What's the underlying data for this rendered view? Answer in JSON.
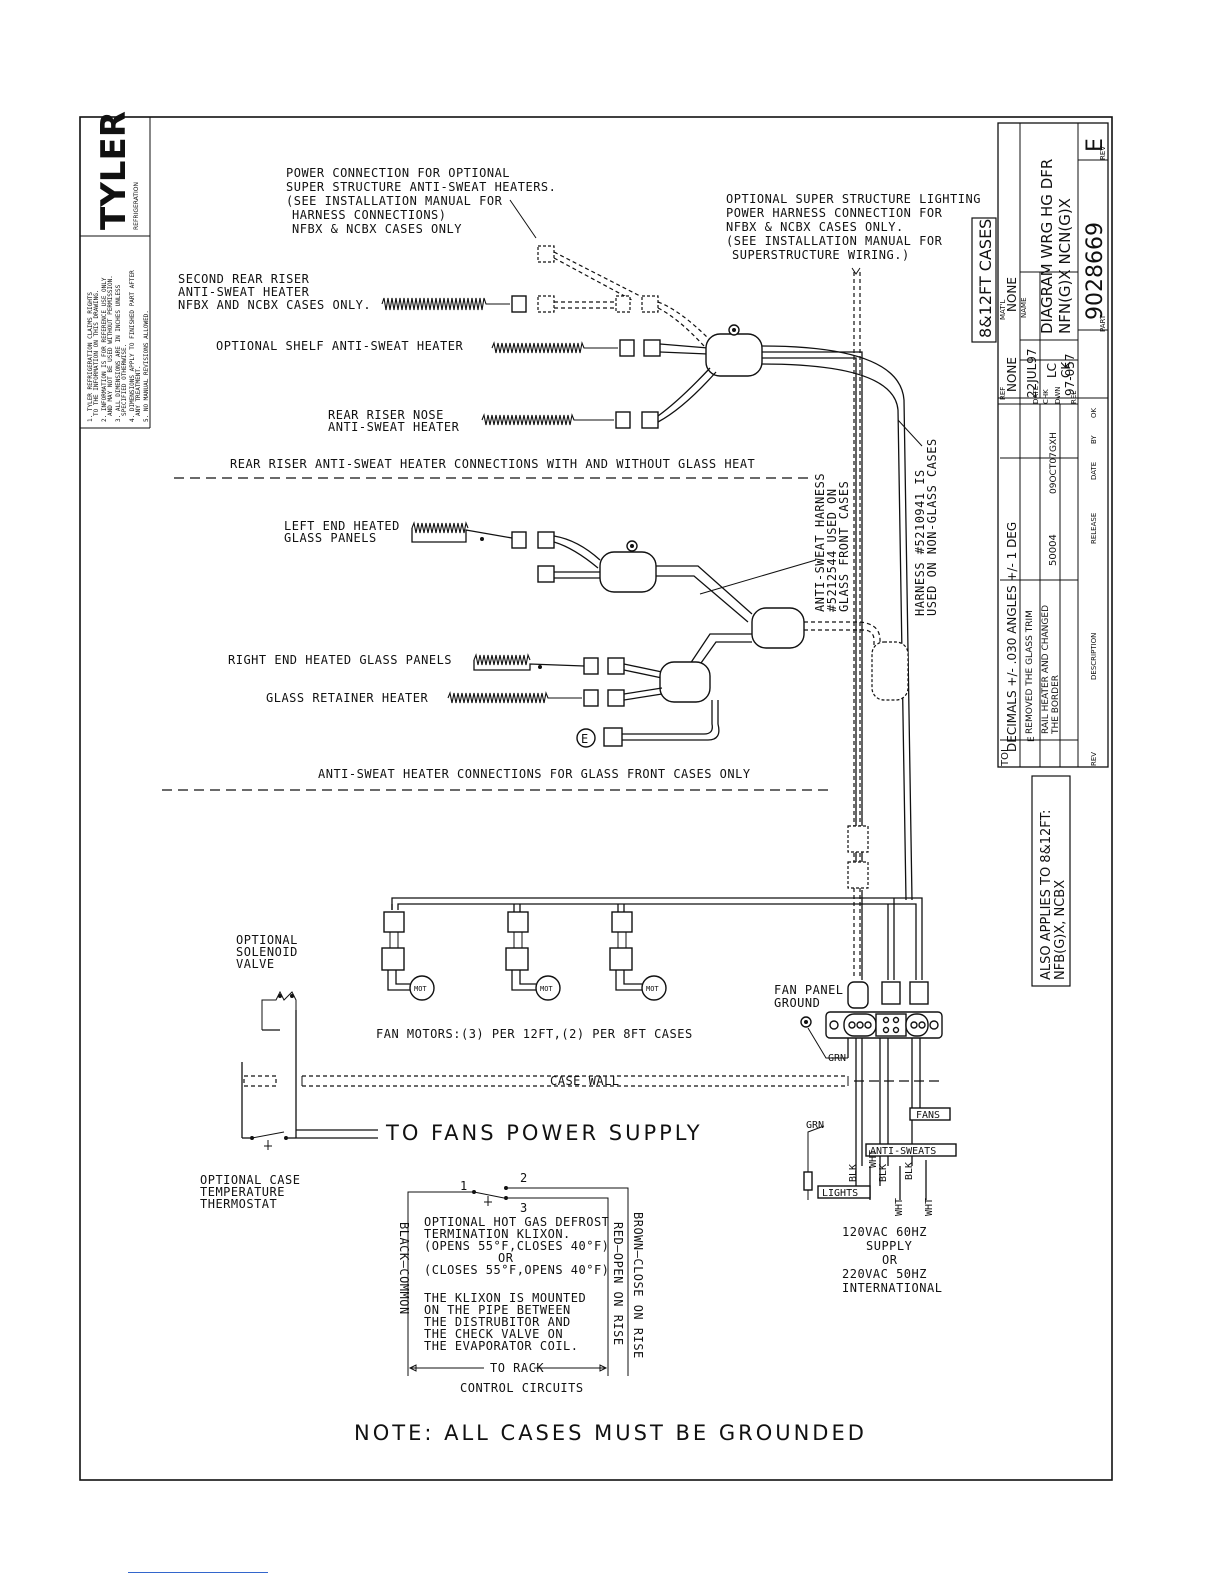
{
  "notes": {
    "power_super": [
      "POWER CONNECTION FOR OPTIONAL",
      "SUPER STRUCTURE ANTI-SWEAT HEATERS.",
      "(SEE INSTALLATION MANUAL FOR",
      "HARNESS CONNECTIONS)",
      "NFBX & NCBX CASES ONLY"
    ],
    "lighting": [
      "OPTIONAL SUPER STRUCTURE LIGHTING",
      "POWER HARNESS CONNECTION FOR",
      "NFBX & NCBX CASES ONLY.",
      "(SEE INSTALLATION MANUAL FOR",
      "SUPERSTRUCTURE WIRING.)"
    ],
    "second_riser": [
      "SECOND REAR RISER",
      "ANTI-SWEAT HEATER",
      "NFBX AND NCBX CASES ONLY."
    ],
    "shelf": "OPTIONAL SHELF ANTI-SWEAT HEATER",
    "riser_nose": [
      "REAR RISER NOSE",
      "ANTI-SWEAT HEATER"
    ],
    "section1": "REAR RISER ANTI-SWEAT HEATER CONNECTIONS WITH AND WITHOUT GLASS HEAT",
    "left_end": [
      "LEFT END HEATED",
      "GLASS PANELS"
    ],
    "right_end": "RIGHT END HEATED GLASS PANELS",
    "retainer": "GLASS RETAINER HEATER",
    "ground_symbol": "E",
    "section2": "ANTI-SWEAT HEATER CONNECTIONS FOR GLASS FRONT CASES ONLY",
    "harness_glass": [
      "ANTI-SWEAT HARNESS",
      "#5212544 USED ON",
      "GLASS FRONT CASES"
    ],
    "harness_nonglass": [
      "HARNESS #5210941 IS",
      "USED ON NON-GLASS CASES"
    ],
    "solenoid": [
      "OPTIONAL",
      "SOLENOID",
      "VALVE"
    ],
    "mot": "MOT",
    "fan_motors": "FAN MOTORS:(3) PER 12FT,(2) PER 8FT CASES",
    "fan_panel": [
      "FAN PANEL",
      "GROUND"
    ],
    "grn": "GRN",
    "case_wall": "CASE WALL",
    "to_fans": "TO FANS POWER SUPPLY",
    "thermostat": [
      "OPTIONAL CASE",
      "TEMPERATURE",
      "THERMOSTAT"
    ],
    "fans_tag": "FANS",
    "antisweat_tag": "ANTI-SWEATS",
    "lights_tag": "LIGHTS",
    "blk": "BLK",
    "wht": "WHT",
    "supply": [
      "120VAC  60HZ",
      "SUPPLY",
      "OR",
      "220VAC  50HZ",
      "INTERNATIONAL"
    ],
    "klixon_nums": [
      "1",
      "2",
      "3"
    ],
    "klixon": [
      "OPTIONAL HOT GAS DEFROST",
      "TERMINATION KLIXON.",
      "(OPENS 55°F,CLOSES 40°F)",
      "OR",
      "(CLOSES 55°F,OPENS 40°F)",
      "",
      "THE KLIXON IS MOUNTED",
      "ON THE PIPE BETWEEN",
      "THE DISTRUBITOR AND",
      "THE CHECK VALVE ON",
      "THE EVAPORATOR COIL."
    ],
    "black_common": "BLACK—COMMON",
    "red_open": "RED—OPEN ON RISE",
    "brown_close": "BROWN—CLOSE ON RISE",
    "to_rack": "TO RACK",
    "control_circuits": "CONTROL CIRCUITS",
    "final_note": "NOTE:  ALL CASES MUST BE GROUNDED"
  },
  "title_block": {
    "logo": "TYLER",
    "logo_sub": "REFRIGERATION",
    "legal": [
      "1. TYLER REFRIGERATION CLAIMS RIGHTS",
      "TO THE INFORMATION ON THIS DRAWING.",
      "2. INFORMATION IS FOR REFERENCE USE ONLY",
      "AND MAY NOT BE USED WITHOUT PERMISSION.",
      "3. ALL DIMENSIONS ARE IN INCHES UNLESS",
      "SPECIFIED OTHERWISE.",
      "4. DIMENSIONS APPLY TO FINISHED PART AFTER",
      "ANY TREATMENT.",
      "5. NO MANUAL REVISIONS ALLOWED."
    ],
    "cases": "8&12FT CASES",
    "tol": "TOL",
    "tolerance": "DECIMALS +/- .030 ANGLES +/- 1 DEG",
    "ref_label": "REF",
    "ref": "NONE",
    "matl_label": "MAT'L",
    "matl": "NONE",
    "date_label": "DATE",
    "date": "22JUL97",
    "dwn_label": "DWN",
    "dwn": "LC",
    "chk_label": "CHK",
    "chk": "CK",
    "rel_label": "REL",
    "rel": "97-057",
    "name_label": "NAME",
    "name": [
      "DIAGRAM WRG HG DFR",
      "NFN(G)X NCN(G)X"
    ],
    "part_label": "PART",
    "part": "9028669",
    "rev_label": "REV",
    "rev": "E",
    "change_rev": "E",
    "change_desc": [
      "REMOVED THE GLASS TRIM",
      "RAIL HEATER AND CHANGED",
      "THE BORDER"
    ],
    "change_release": "50004",
    "change_date": "09OCT07",
    "change_by": "GXH",
    "col_rev": "REV",
    "col_description": "DESCRIPTION",
    "col_release": "RELEASE",
    "col_date": "DATE",
    "col_by": "BY",
    "col_ok": "OK",
    "also_applies": [
      "ALSO APPLIES TO 8&12FT:",
      "NFB(G)X, NCBX"
    ]
  }
}
